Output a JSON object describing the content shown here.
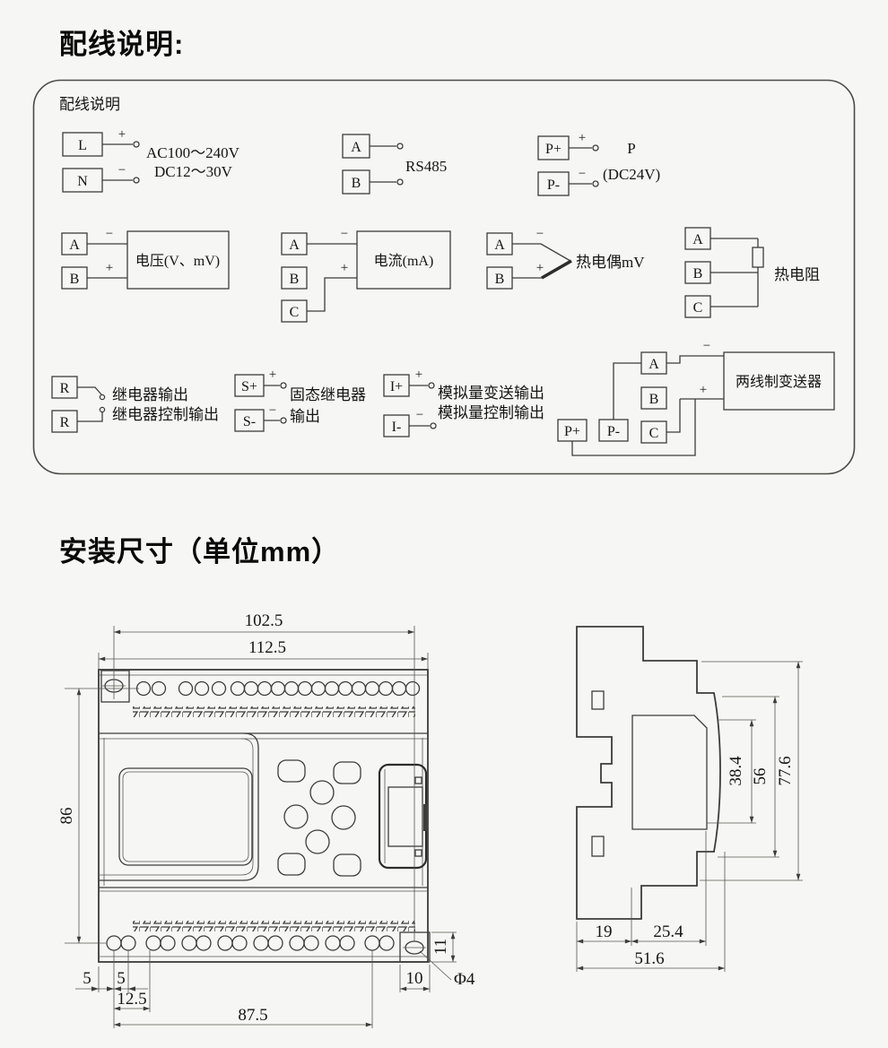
{
  "headings": {
    "wiring": "配线说明:",
    "mounting": "安装尺寸（单位mm）"
  },
  "wiring": {
    "box_label": "配线说明",
    "power": {
      "l": "L",
      "n": "N",
      "plus": "+",
      "minus": "−",
      "ac": "AC100～240V",
      "dc": "DC12～30V"
    },
    "rs485": {
      "a": "A",
      "b": "B",
      "label": "RS485"
    },
    "aux": {
      "pp": "P+",
      "pm": "P-",
      "plus": "+",
      "minus": "−",
      "name": "P",
      "volt": "(DC24V)"
    },
    "voltage": {
      "a": "A",
      "b": "B",
      "plus": "+",
      "minus": "−",
      "label": "电压(V、mV)"
    },
    "current": {
      "a": "A",
      "b": "B",
      "c": "C",
      "plus": "+",
      "minus": "−",
      "label": "电流(mA)"
    },
    "tc": {
      "a": "A",
      "b": "B",
      "plus": "+",
      "minus": "−",
      "label": "热电偶mV"
    },
    "rtd": {
      "a": "A",
      "b": "B",
      "c": "C",
      "label": "热电阻"
    },
    "relay": {
      "r1": "R",
      "r2": "R",
      "line1": "继电器输出",
      "line2": "继电器控制输出"
    },
    "ssr": {
      "sp": "S+",
      "sm": "S-",
      "plus": "+",
      "minus": "−",
      "line1": "固态继电器",
      "line2": "输出"
    },
    "analog": {
      "ip": "I+",
      "im": "I-",
      "plus": "+",
      "minus": "−",
      "line1": "模拟量变送输出",
      "line2": "模拟量控制输出"
    },
    "tx": {
      "pp": "P+",
      "pm": "P-",
      "a": "A",
      "b": "B",
      "c": "C",
      "plus": "+",
      "minus": "−",
      "label": "两线制变送器"
    }
  },
  "front": {
    "dim_mount_w": "102.5",
    "dim_total_w": "112.5",
    "dim_h": "86",
    "dim_5a": "5",
    "dim_5b": "5",
    "dim_125": "12.5",
    "dim_875": "87.5",
    "dim_10": "10",
    "dim_11": "11",
    "dim_hole": "Φ4"
  },
  "side": {
    "dim_384": "38.4",
    "dim_56": "56",
    "dim_776": "77.6",
    "dim_19": "19",
    "dim_254": "25.4",
    "dim_516": "51.6"
  }
}
